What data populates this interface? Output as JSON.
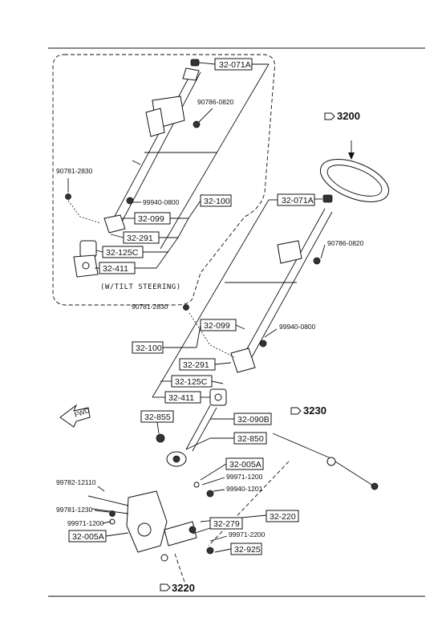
{
  "title_group": {
    "tilt_note": "(W/TILT STEERING)",
    "fwd": "FWD"
  },
  "group_refs": {
    "steering_wheel": "3200",
    "steering_linkage": "3230",
    "steering_gear": "3220"
  },
  "tilt_labels": {
    "col_top": "32-071A",
    "bolt_top": "90786-0820",
    "bolt_side": "90781-2830",
    "nut": "99940-0800",
    "column": "32-100",
    "joint": "32-099",
    "clamp": "32-291",
    "cover": "32-125C",
    "plate": "32-411"
  },
  "std_labels": {
    "col_top": "32-071A",
    "bolt_top": "90786-0820",
    "bolt_side": "90781-2830",
    "column": "32-100",
    "joint": "32-099",
    "nut": "99940-0800",
    "clamp": "32-291",
    "cover": "32-125C",
    "plate": "32-411"
  },
  "lower_labels": {
    "boot": "32-855",
    "shaft": "32-090B",
    "coupling": "32-850",
    "gear_right_box": "32-005A",
    "washer_r1": "99971-1200",
    "nut_r1": "99940-1201",
    "bolt_long": "99782-12110",
    "bolt_short": "99781-1230",
    "washer_l": "99971-1200",
    "gear_left_box": "32-005A",
    "arm": "32-220",
    "pitman": "32-279",
    "washer_r2": "99971-2200",
    "nut_r2": "32-925"
  }
}
